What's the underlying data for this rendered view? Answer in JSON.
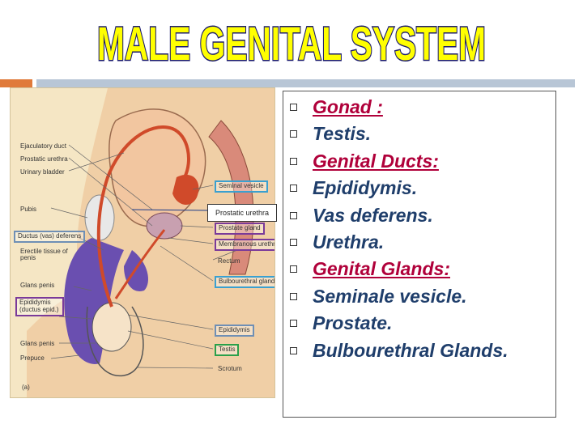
{
  "title": "MALE GENITAL SYSTEM",
  "colors": {
    "title_fill": "#ffff00",
    "title_stroke": "#1a1a6e",
    "heading": "#b0003a",
    "item": "#1f3e6b"
  },
  "diagram": {
    "labels_left": [
      "Ejaculatory duct",
      "Prostatic urethra",
      "Urinary bladder",
      "Pubis",
      "Ductus (vas) deferens",
      "Erectile tissue of penis",
      "Glans penis",
      "Epididymis (ductus epid.)",
      "Glans penis",
      "Prepuce",
      "(a)"
    ],
    "labels_right": [
      "Seminal vesicle",
      "Prostatic urethra",
      "Prostate gland",
      "Membranous urethra",
      "Rectum",
      "Bulbourethral gland",
      "Epididymis",
      "Testis",
      "Scrotum"
    ]
  },
  "list": [
    {
      "text": "Gonad :",
      "heading": true
    },
    {
      "text": "Testis.",
      "heading": false
    },
    {
      "text": "Genital Ducts:",
      "heading": true
    },
    {
      "text": "Epididymis.",
      "heading": false
    },
    {
      "text": "Vas deferens.",
      "heading": false
    },
    {
      "text": "Urethra.",
      "heading": false
    },
    {
      "text": "Genital Glands:",
      "heading": true
    },
    {
      "text": "Seminale vesicle.",
      "heading": false
    },
    {
      "text": "Prostate.",
      "heading": false
    },
    {
      "text": "Bulbourethral Glands.",
      "heading": false
    }
  ]
}
